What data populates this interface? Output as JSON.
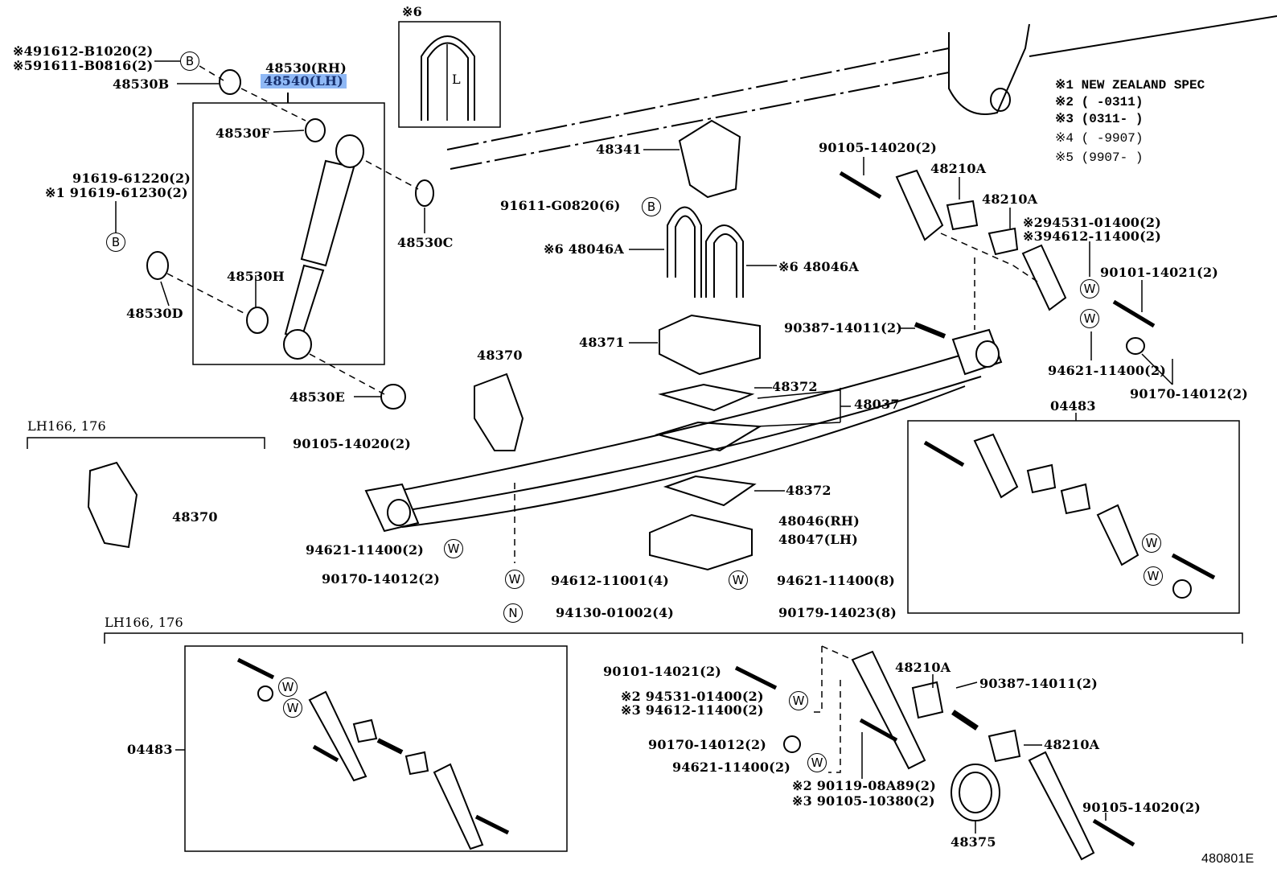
{
  "diagram_id": "480801E",
  "notes": [
    "※1 NEW ZEALAND SPEC",
    "※2 (     -0311)",
    "※3 (0311-     )",
    "※4 (     -9907)",
    "※5 (9907-     )"
  ],
  "inset_ubolt": {
    "mark": "※6",
    "dim": "L"
  },
  "variant_label": "LH166, 176",
  "symbols": {
    "bolt": "B",
    "washer": "W",
    "nut": "N"
  },
  "highlight_color": "#8fb8f5",
  "labels": {
    "p491612": "※491612-B1020(2)",
    "p591611": "※591611-B0816(2)",
    "p48530B": "48530B",
    "p48530RH": "48530(RH)",
    "p48540LH": "48540(LH)",
    "p48530F": "48530F",
    "p91619a": "91619-61220(2)",
    "p91619b": "※1 91619-61230(2)",
    "p48530C": "48530C",
    "p48530H": "48530H",
    "p48530D": "48530D",
    "p48530E": "48530E",
    "p48341": "48341",
    "p91611": "91611-G0820(6)",
    "p48046A_l": "※6 48046A",
    "p48046A_r": "※6 48046A",
    "p48371": "48371",
    "p48370": "48370",
    "p48372a": "48372",
    "p48037": "48037",
    "p48372b": "48372",
    "p48046RH": "48046(RH)",
    "p48047LH": "48047(LH)",
    "p90105a": "90105-14020(2)",
    "p48370b": "48370",
    "p94621a": "94621-11400(2)",
    "p90170a": "90170-14012(2)",
    "p94612": "94612-11001(4)",
    "p94130": "94130-01002(4)",
    "p94621b": "94621-11400(8)",
    "p90179": "90179-14023(8)",
    "p90387a": "90387-14011(2)",
    "p90105b": "90105-14020(2)",
    "p48210A1": "48210A",
    "p48210A2": "48210A",
    "p94531a": "※294531-01400(2)",
    "p94612a": "※394612-11400(2)",
    "p90101a": "90101-14021(2)",
    "p94621c": "94621-11400(2)",
    "p90170b": "90170-14012(2)",
    "p04483a": "04483",
    "p04483b": "04483",
    "p90101b": "90101-14021(2)",
    "p94531b": "※2 94531-01400(2)",
    "p94612b": "※3 94612-11400(2)",
    "p48210A3": "48210A",
    "p90387b": "90387-14011(2)",
    "p90170c": "90170-14012(2)",
    "p94621d": "94621-11400(2)",
    "p48210A4": "48210A",
    "p90119": "※2 90119-08A89(2)",
    "p90105c": "※3 90105-10380(2)",
    "p90105d": "90105-14020(2)",
    "p48375": "48375"
  }
}
